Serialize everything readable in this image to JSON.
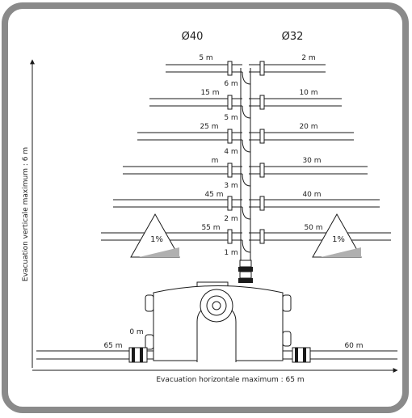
{
  "diagram": {
    "headers": {
      "left_diameter": "Ø40",
      "right_diameter": "Ø32"
    },
    "levels": [
      {
        "height": "6 m",
        "left": "5 m",
        "right": "2 m"
      },
      {
        "height": "5 m",
        "left": "15 m",
        "right": "10 m"
      },
      {
        "height": "4 m",
        "left": "25 m",
        "right": "20 m"
      },
      {
        "height": "3 m",
        "left": "m",
        "right": "30 m"
      },
      {
        "height": "2 m",
        "left": "45 m",
        "right": "40 m"
      },
      {
        "height": "1 m",
        "left": "55 m",
        "right": "50 m"
      }
    ],
    "base": {
      "height": "0 m",
      "left": "65 m",
      "right": "60 m"
    },
    "slope": {
      "left": "1%",
      "right": "1%"
    },
    "axes": {
      "vertical": "Evacuation verticale maximum : 6 m",
      "horizontal": "Evacuation horizontale maximum : 65 m"
    },
    "colors": {
      "frame": "#8a8a8a",
      "line": "#1a1a1a",
      "slope_fill": "#b0b0b0"
    }
  }
}
